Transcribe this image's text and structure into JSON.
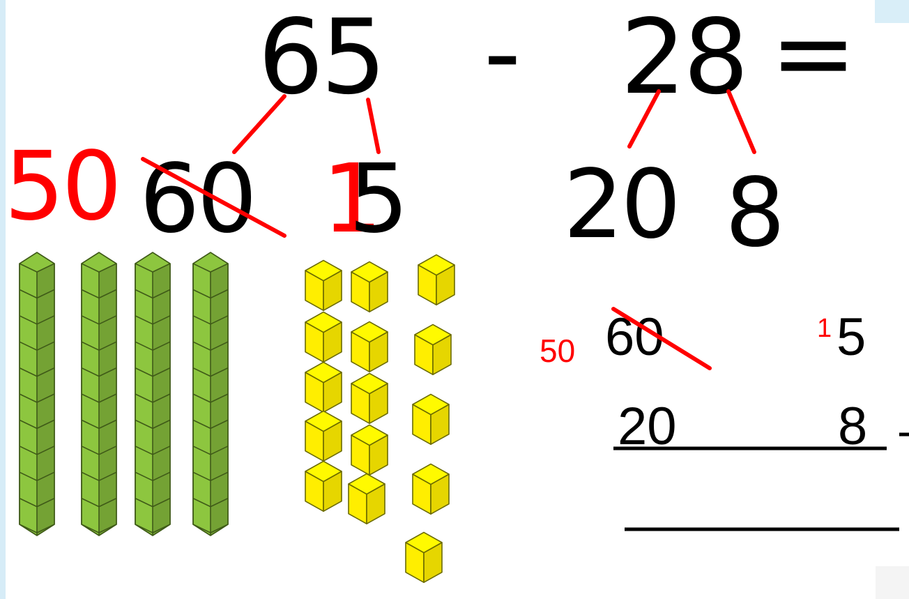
{
  "equation": {
    "minuend": "65",
    "minus": "-",
    "subtrahend": "28",
    "equals": "="
  },
  "partition_minuend": {
    "tens_original": "60",
    "tens_regrouped": "50",
    "ones_original": "5",
    "ones_regrouped_prefix": "1"
  },
  "partition_subtrahend": {
    "tens": "20",
    "ones": "8"
  },
  "column_method": {
    "row1_tens_regrouped": "50",
    "row1_tens": "60",
    "row1_ones_prefix": "1",
    "row1_ones": "5",
    "row2_tens": "20",
    "row2_ones": "8"
  },
  "manipulatives": {
    "tens_rods": 4,
    "unit_cubes": 15,
    "rod_color": "#8dc63f",
    "cube_color": "#ffee00"
  },
  "colors": {
    "accent": "#ff0000",
    "ink": "#000000"
  }
}
